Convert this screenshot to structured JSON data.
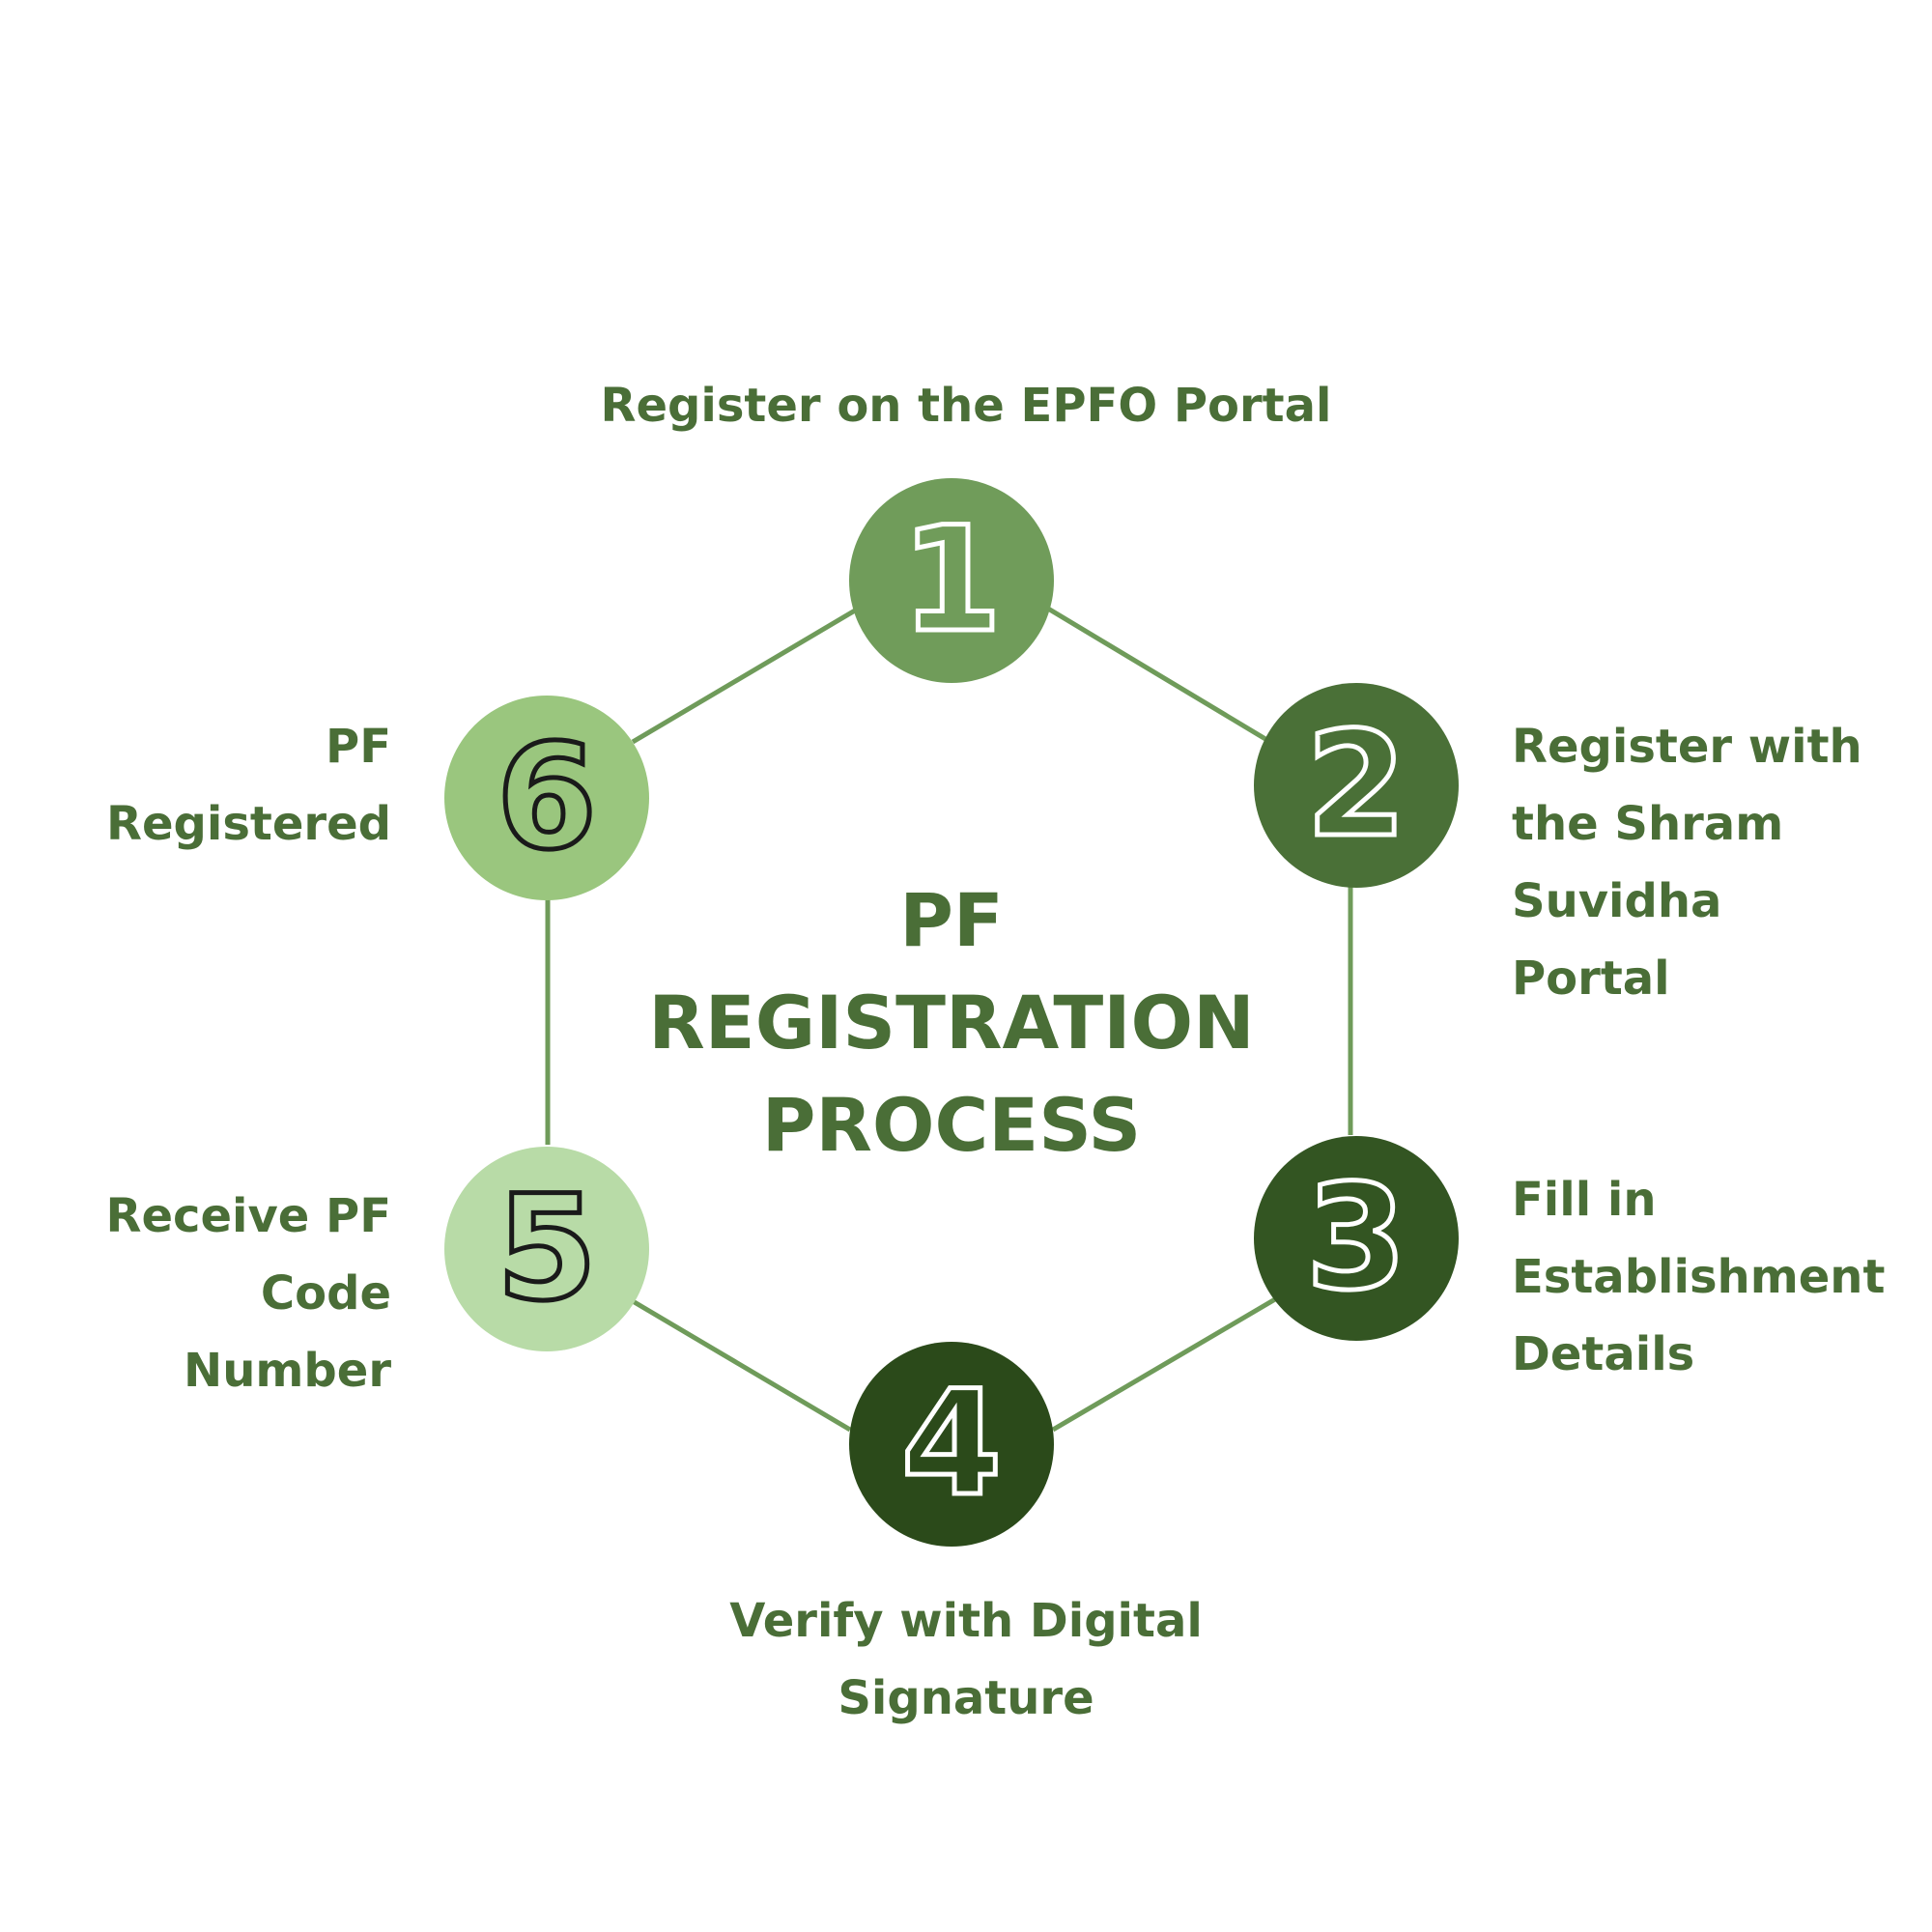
{
  "title": {
    "line1": "PF",
    "line2": "REGISTRATION",
    "line3": "PROCESS"
  },
  "colors": {
    "text": "#4a6e37",
    "connector": "#6f9b5a",
    "step1": "#709c5a",
    "step2": "#4a7037",
    "step3": "#335522",
    "step4": "#2b4a1a",
    "step5": "#b8dba7",
    "step6": "#9ac67e"
  },
  "steps": [
    {
      "number": "1",
      "lines": [
        "Register on the EPFO Portal"
      ]
    },
    {
      "number": "2",
      "lines": [
        "Register with",
        "the Shram",
        "Suvidha",
        "Portal"
      ]
    },
    {
      "number": "3",
      "lines": [
        "Fill in",
        "Establishment",
        "Details"
      ]
    },
    {
      "number": "4",
      "lines": [
        "Verify with Digital",
        "Signature"
      ]
    },
    {
      "number": "5",
      "lines": [
        "Receive PF",
        "Code",
        "Number"
      ]
    },
    {
      "number": "6",
      "lines": [
        "PF",
        "Registered"
      ]
    }
  ]
}
